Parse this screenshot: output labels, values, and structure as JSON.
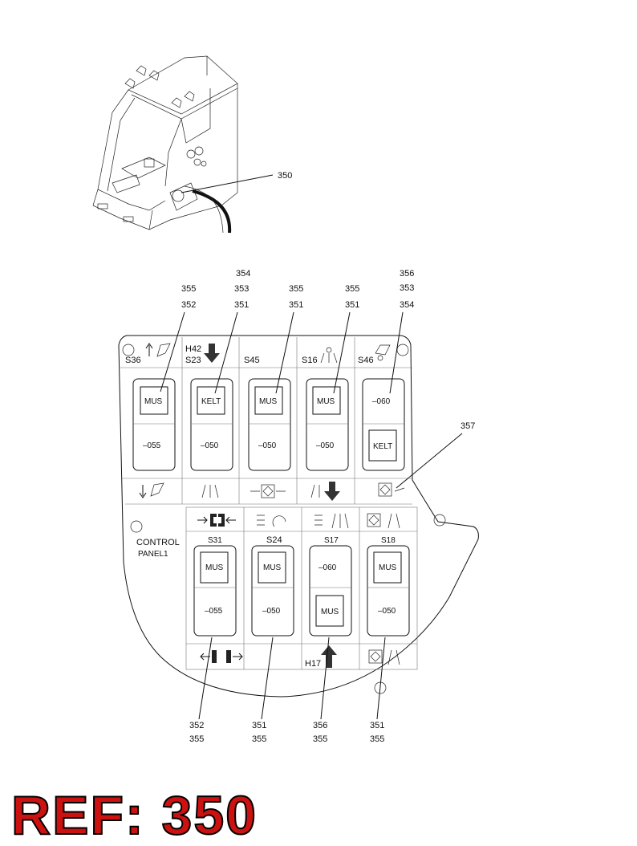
{
  "overview": {
    "callout": "350"
  },
  "panel": {
    "title_line1": "CONTROL",
    "title_line2": "PANEL1",
    "top_row": [
      {
        "id": "S36",
        "caption": "",
        "cap_top": "MUS",
        "cap_bottom": "–055"
      },
      {
        "id": "S23",
        "caption": "H42",
        "cap_top": "KELT",
        "cap_bottom": "–050"
      },
      {
        "id": "S45",
        "caption": "",
        "cap_top": "MUS",
        "cap_bottom": "–050"
      },
      {
        "id": "S16",
        "caption": "",
        "cap_top": "MUS",
        "cap_bottom": "–050"
      },
      {
        "id": "S46",
        "caption": "",
        "cap_top": "–060",
        "cap_bottom": "KELT"
      }
    ],
    "bottom_row": [
      {
        "id": "S31",
        "cap_top": "MUS",
        "cap_bottom": "–055"
      },
      {
        "id": "S24",
        "cap_top": "MUS",
        "cap_bottom": "–050"
      },
      {
        "id": "S17",
        "cap_top": "–060",
        "cap_bottom": "MUS"
      },
      {
        "id": "S18",
        "cap_top": "MUS",
        "cap_bottom": "–050"
      }
    ],
    "h17_label": "H17"
  },
  "callouts_top": {
    "c1": [
      "355",
      "352"
    ],
    "c2": [
      "354",
      "353",
      "351"
    ],
    "c3": [
      "355",
      "351"
    ],
    "c4": [
      "355",
      "351"
    ],
    "c5": [
      "356",
      "353",
      "354"
    ],
    "side": "357"
  },
  "callouts_bottom": {
    "c1": [
      "352",
      "355"
    ],
    "c2": [
      "351",
      "355"
    ],
    "c3": [
      "356",
      "355"
    ],
    "c4": [
      "351",
      "355"
    ]
  },
  "reference": "REF: 350"
}
